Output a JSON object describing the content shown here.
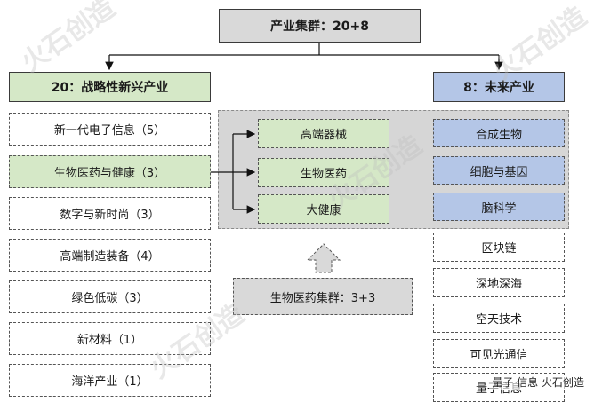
{
  "top": {
    "label": "产业集群：20+8"
  },
  "left_header": {
    "label": "20：战略性新兴产业"
  },
  "right_header": {
    "label": "8：未来产业"
  },
  "strategic_industries": [
    "新一代电子信息（5）",
    "生物医药与健康（3）",
    "数字与新时尚（3）",
    "高端制造装备（4）",
    "绿色低碳（3）",
    "新材料（1）",
    "海洋产业（1）"
  ],
  "bio_sub": [
    "高端器械",
    "生物医药",
    "大健康"
  ],
  "bio_cluster": {
    "label": "生物医药集群：3+3"
  },
  "future_highlight": [
    "合成生物",
    "细胞与基因",
    "脑科学"
  ],
  "future_other": [
    "区块链",
    "深地深海",
    "空天技术",
    "可见光通信",
    "量子信息"
  ],
  "watermark": {
    "text": "火石创造",
    "line": "量子  信息 火石创造"
  },
  "colors": {
    "gray": "#d9d9d9",
    "green": "#d5e8c7",
    "blue": "#b4c6e7",
    "panel": "#d6d6d6"
  }
}
